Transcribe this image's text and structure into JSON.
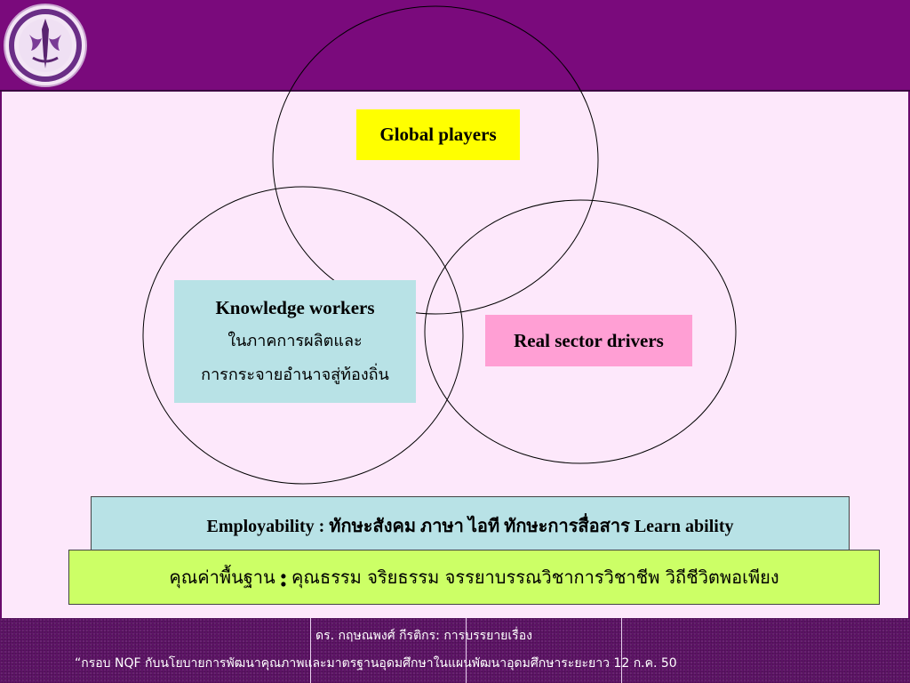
{
  "header": {
    "logo_icon": "university-seal-icon",
    "color": "#7a0a7c"
  },
  "venn": {
    "circles": [
      "top",
      "left",
      "right"
    ],
    "labels": {
      "global": "Global players",
      "knowledge_en": "Knowledge workers",
      "knowledge_th1": "ในภาคการผลิตและ",
      "knowledge_th2": "การกระจายอำนาจสู่ท้องถิ่น",
      "real": "Real sector drivers"
    }
  },
  "employability": "Employability : ทักษะสังคม  ภาษา  ไอที  ทักษะการสื่อสาร  Learn ability",
  "base_values": {
    "title": "คุณค่าพื้นฐาน",
    "colon": ":",
    "items": "คุณธรรม  จริยธรรม  จรรยาบรรณวิชาการวิชาชีพ วิถีชีวิตพอเพียง"
  },
  "footer": {
    "line1": "ดร. กฤษณพงศ์ กีรติกร: การบรรยายเรื่อง",
    "line2": "“กรอบ NQF กับนโยบายการพัฒนาคุณภาพและมาตรฐานอุดมศึกษาในแผนพัฒนาอุดมศึกษาระยะยาว 12 ก.ค. 50"
  },
  "colors": {
    "background": "#fde8fb",
    "global": "#ffff00",
    "knowledge": "#b8e2e6",
    "real": "#ff9fd4",
    "base": "#ccff66",
    "footer": "#5e1467"
  }
}
